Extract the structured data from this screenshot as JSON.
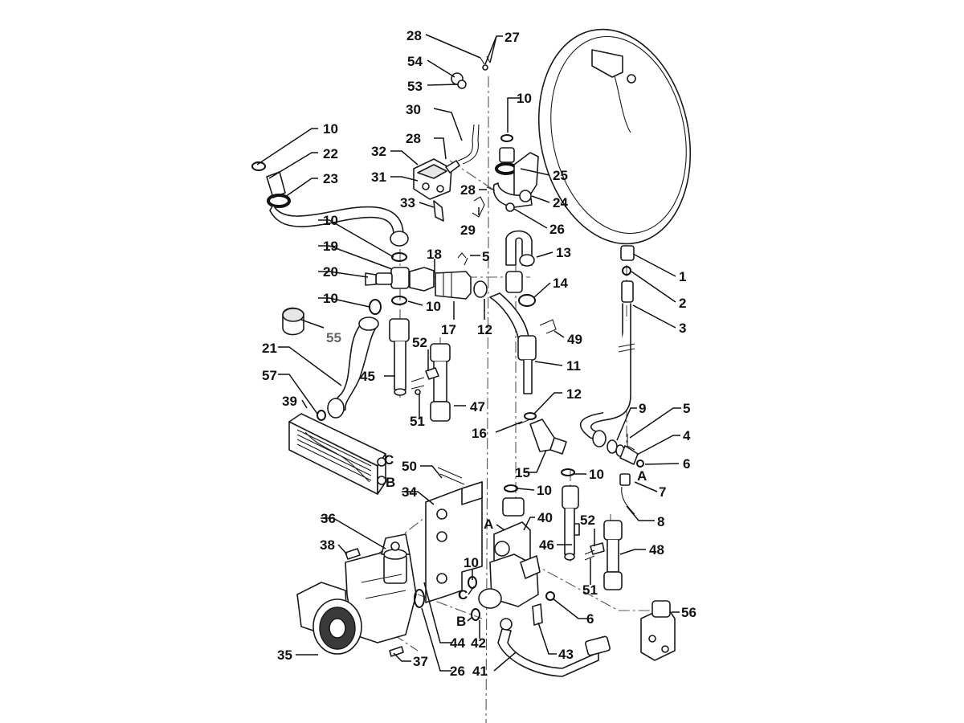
{
  "callouts": [
    {
      "id": "c28a",
      "text": "28"
    },
    {
      "id": "c27",
      "text": "27"
    },
    {
      "id": "c54",
      "text": "54"
    },
    {
      "id": "c53",
      "text": "53"
    },
    {
      "id": "c30",
      "text": "30"
    },
    {
      "id": "c10a",
      "text": "10"
    },
    {
      "id": "c28b",
      "text": "28"
    },
    {
      "id": "c32",
      "text": "32"
    },
    {
      "id": "c10b",
      "text": "10"
    },
    {
      "id": "c22",
      "text": "22"
    },
    {
      "id": "c23",
      "text": "23"
    },
    {
      "id": "c31",
      "text": "31"
    },
    {
      "id": "c25",
      "text": "25"
    },
    {
      "id": "c28c",
      "text": "28"
    },
    {
      "id": "c24",
      "text": "24"
    },
    {
      "id": "c33",
      "text": "33"
    },
    {
      "id": "c29",
      "text": "29"
    },
    {
      "id": "c26a",
      "text": "26"
    },
    {
      "id": "c10c",
      "text": "10"
    },
    {
      "id": "c19",
      "text": "19"
    },
    {
      "id": "c18",
      "text": "18"
    },
    {
      "id": "c5a",
      "text": "5"
    },
    {
      "id": "c13",
      "text": "13"
    },
    {
      "id": "c1",
      "text": "1"
    },
    {
      "id": "c20",
      "text": "20"
    },
    {
      "id": "c14",
      "text": "14"
    },
    {
      "id": "c2",
      "text": "2"
    },
    {
      "id": "c10d",
      "text": "10"
    },
    {
      "id": "c10e",
      "text": "10"
    },
    {
      "id": "c3",
      "text": "3"
    },
    {
      "id": "c55",
      "text": "55"
    },
    {
      "id": "c17",
      "text": "17"
    },
    {
      "id": "c12a",
      "text": "12"
    },
    {
      "id": "c49",
      "text": "49"
    },
    {
      "id": "c21",
      "text": "21"
    },
    {
      "id": "c52a",
      "text": "52"
    },
    {
      "id": "c11",
      "text": "11"
    },
    {
      "id": "c57",
      "text": "57"
    },
    {
      "id": "c45",
      "text": "45"
    },
    {
      "id": "c12b",
      "text": "12"
    },
    {
      "id": "c39",
      "text": "39"
    },
    {
      "id": "c47",
      "text": "47"
    },
    {
      "id": "c9",
      "text": "9"
    },
    {
      "id": "c5b",
      "text": "5"
    },
    {
      "id": "c51a",
      "text": "51"
    },
    {
      "id": "c16",
      "text": "16"
    },
    {
      "id": "c4",
      "text": "4"
    },
    {
      "id": "cC1",
      "text": "C"
    },
    {
      "id": "c6a",
      "text": "6"
    },
    {
      "id": "c50",
      "text": "50"
    },
    {
      "id": "c15",
      "text": "15"
    },
    {
      "id": "c10f",
      "text": "10"
    },
    {
      "id": "cA1",
      "text": "A"
    },
    {
      "id": "cB1",
      "text": "B"
    },
    {
      "id": "c7",
      "text": "7"
    },
    {
      "id": "c34",
      "text": "34"
    },
    {
      "id": "c10g",
      "text": "10"
    },
    {
      "id": "c8",
      "text": "8"
    },
    {
      "id": "c36",
      "text": "36"
    },
    {
      "id": "c40",
      "text": "40"
    },
    {
      "id": "cA2",
      "text": "A"
    },
    {
      "id": "c52b",
      "text": "52"
    },
    {
      "id": "c38",
      "text": "38"
    },
    {
      "id": "c46",
      "text": "46"
    },
    {
      "id": "c48",
      "text": "48"
    },
    {
      "id": "c10h",
      "text": "10"
    },
    {
      "id": "c51b",
      "text": "51"
    },
    {
      "id": "cC2",
      "text": "C"
    },
    {
      "id": "c6b",
      "text": "6"
    },
    {
      "id": "c56",
      "text": "56"
    },
    {
      "id": "cB2",
      "text": "B"
    },
    {
      "id": "c44",
      "text": "44"
    },
    {
      "id": "c42",
      "text": "42"
    },
    {
      "id": "c43",
      "text": "43"
    },
    {
      "id": "c35",
      "text": "35"
    },
    {
      "id": "c37",
      "text": "37"
    },
    {
      "id": "c26b",
      "text": "26"
    },
    {
      "id": "c41",
      "text": "41"
    }
  ]
}
